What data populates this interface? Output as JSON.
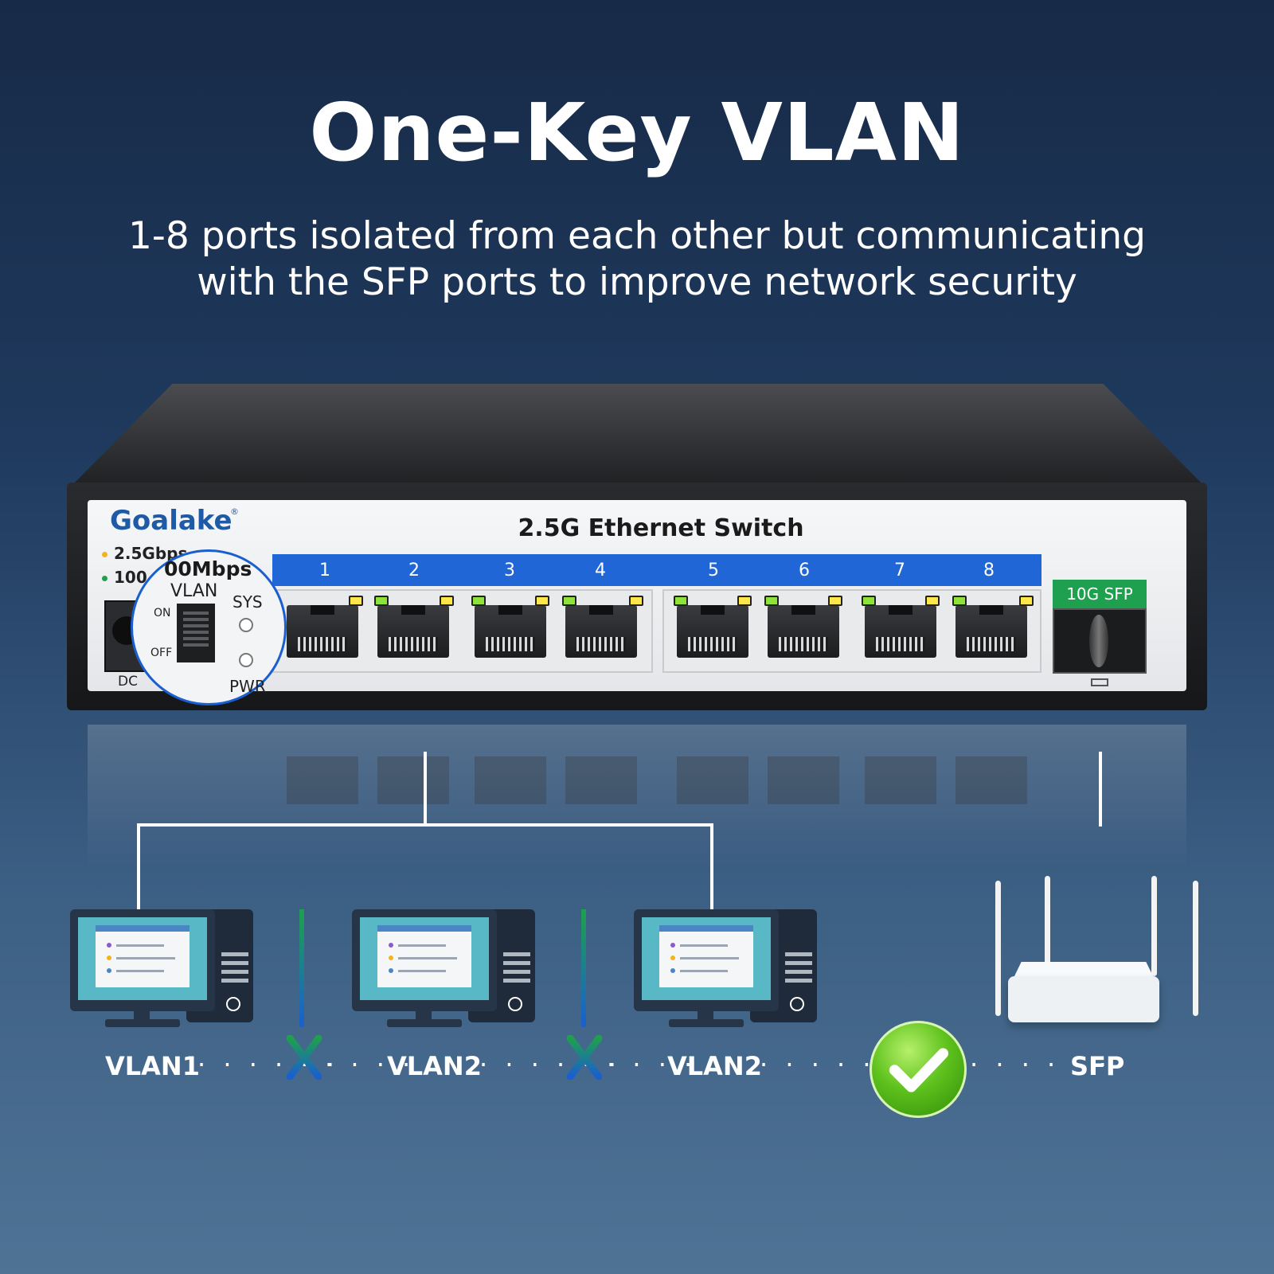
{
  "headline": "One-Key VLAN",
  "subline": {
    "line1": "1-8 ports isolated from each other but communicating",
    "line2": "with the SFP ports to improve network security"
  },
  "switch": {
    "brand": "Goalake",
    "brand_mark": "®",
    "product": "2.5G Ethernet Switch",
    "legend_25": "2.5Gbps",
    "legend_100": "100",
    "dc_label": "DC",
    "ports": [
      "1",
      "2",
      "3",
      "4",
      "5",
      "6",
      "7",
      "8"
    ],
    "sfp_label": "10G SFP"
  },
  "magnifier": {
    "speed": "00Mbps",
    "vlan": "VLAN",
    "on": "ON",
    "off": "OFF",
    "sys": "SYS",
    "pwr": "PWR"
  },
  "diagram": {
    "labels": [
      "VLAN1",
      "VLAN2",
      "VLAN2",
      "SFP"
    ],
    "dots": "· · · · · ·",
    "dots_short": "· · · ·"
  },
  "colors": {
    "accent_blue": "#2166d6",
    "led_green": "#8ee23a",
    "led_yellow": "#ffe64a",
    "sfp_green": "#1ea04e",
    "check_green": "#5fc21d"
  },
  "icons": [
    "computer-icon",
    "router-icon",
    "x-mark-icon",
    "check-icon"
  ]
}
